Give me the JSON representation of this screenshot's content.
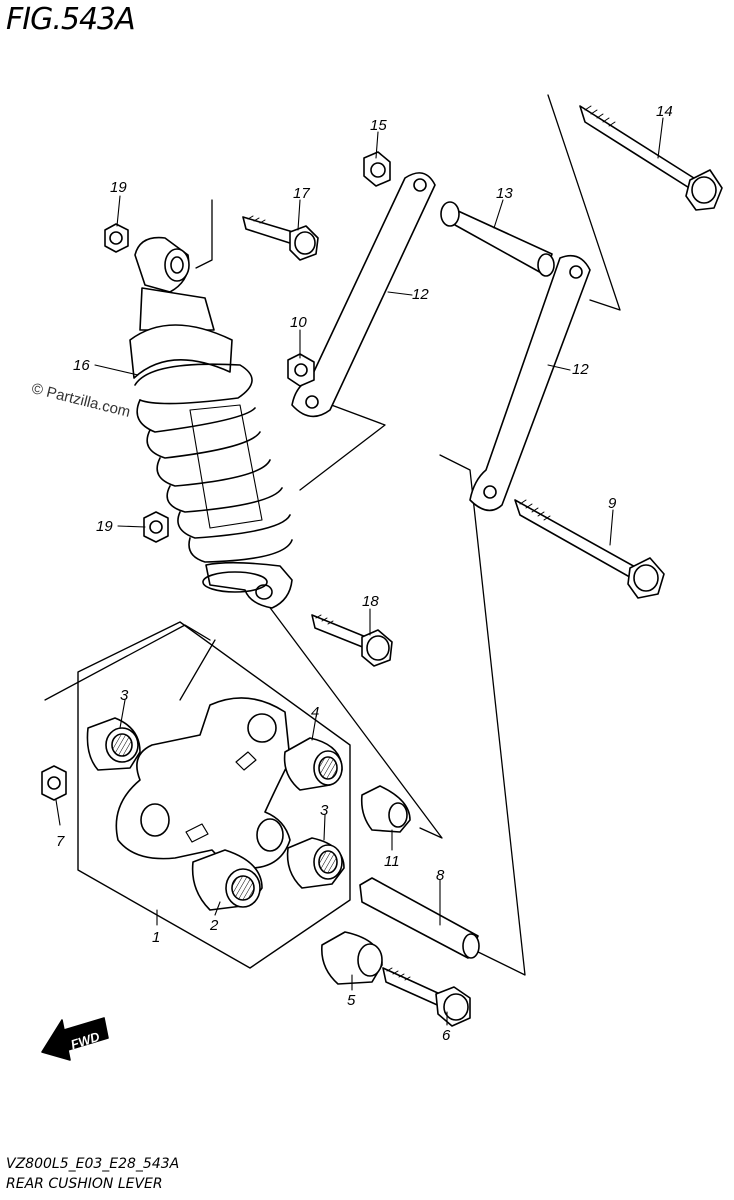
{
  "figure": {
    "title": "FIG.543A",
    "watermark": "© Partzilla.com",
    "model_code": "VZ800L5_E03_E28_543A",
    "assembly_name": "REAR CUSHION LEVER",
    "direction_badge": "FWD"
  },
  "callouts": [
    {
      "id": "1",
      "label": "1"
    },
    {
      "id": "2",
      "label": "2"
    },
    {
      "id": "3a",
      "label": "3"
    },
    {
      "id": "3b",
      "label": "3"
    },
    {
      "id": "4",
      "label": "4"
    },
    {
      "id": "5",
      "label": "5"
    },
    {
      "id": "6",
      "label": "6"
    },
    {
      "id": "7",
      "label": "7"
    },
    {
      "id": "8",
      "label": "8"
    },
    {
      "id": "9",
      "label": "9"
    },
    {
      "id": "10",
      "label": "10"
    },
    {
      "id": "11",
      "label": "11"
    },
    {
      "id": "12a",
      "label": "12"
    },
    {
      "id": "12b",
      "label": "12"
    },
    {
      "id": "13",
      "label": "13"
    },
    {
      "id": "14",
      "label": "14"
    },
    {
      "id": "15",
      "label": "15"
    },
    {
      "id": "16",
      "label": "16"
    },
    {
      "id": "17",
      "label": "17"
    },
    {
      "id": "18",
      "label": "18"
    },
    {
      "id": "19a",
      "label": "19"
    },
    {
      "id": "19b",
      "label": "19"
    }
  ]
}
